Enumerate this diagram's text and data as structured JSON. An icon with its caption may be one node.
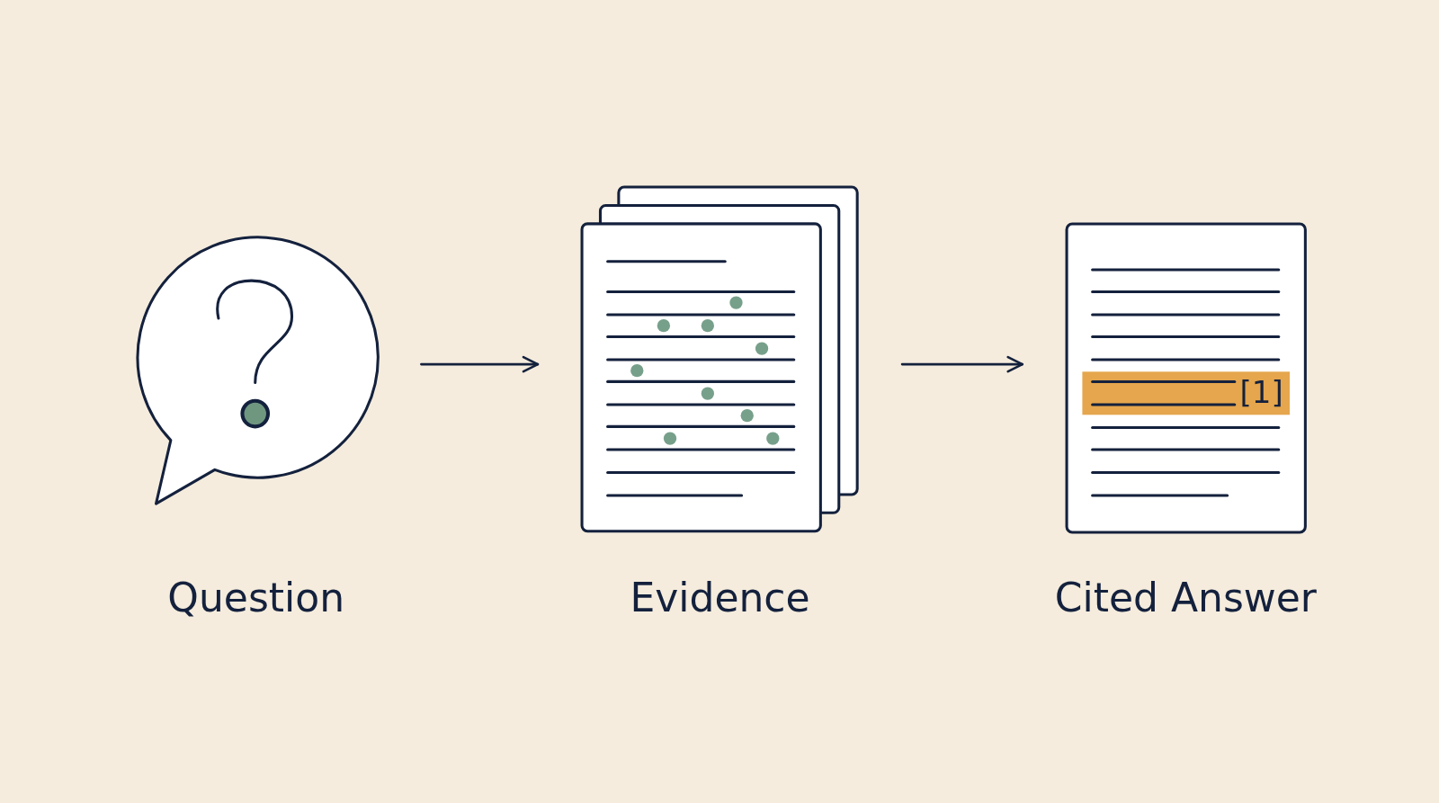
{
  "diagram": {
    "nodes": [
      {
        "text": [
          "Question"
        ]
      },
      {
        "text": [
          "Evidence"
        ]
      },
      {
        "text": [
          "Cited Answer"
        ]
      }
    ],
    "edges": [
      {
        "from": 0,
        "to": 1,
        "arrow": "to"
      },
      {
        "from": 1,
        "to": 2,
        "arrow": "to"
      }
    ],
    "labels": [
      "[1]"
    ]
  }
}
